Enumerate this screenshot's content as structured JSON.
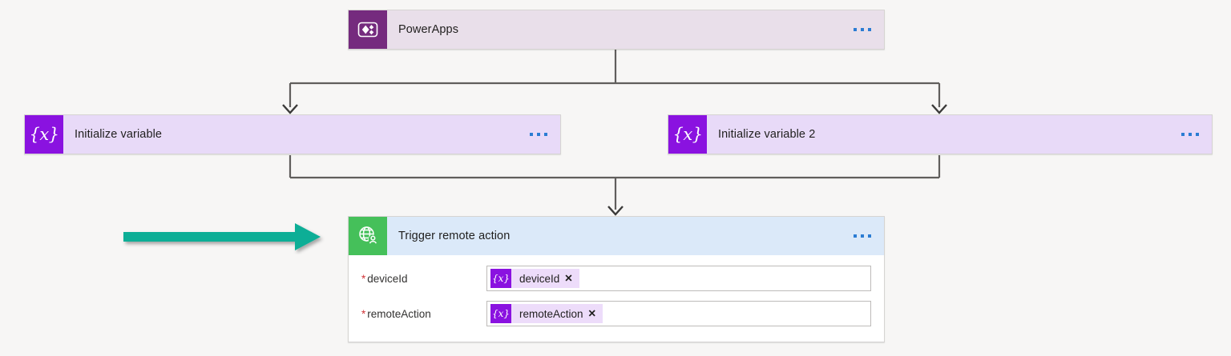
{
  "canvas": {
    "background": "#f7f6f5",
    "connector_color": "#605e5c"
  },
  "nodes": [
    {
      "id": "powerapps-trigger",
      "title": "PowerApps",
      "icon": "powerapps-icon",
      "icon_color": "#752b7e",
      "header_color": "#e9dfea",
      "menu_label": "..."
    },
    {
      "id": "initialize-variable",
      "title": "Initialize variable",
      "icon": "variable-icon",
      "icon_glyph": "{x}",
      "icon_color": "#8a12e0",
      "header_color": "#e8daf8",
      "menu_label": "..."
    },
    {
      "id": "initialize-variable-2",
      "title": "Initialize variable 2",
      "icon": "variable-icon",
      "icon_glyph": "{x}",
      "icon_color": "#8a12e0",
      "header_color": "#e8daf8",
      "menu_label": "..."
    },
    {
      "id": "trigger-remote-action",
      "title": "Trigger remote action",
      "icon": "globe-person-icon",
      "icon_color": "#45c05a",
      "header_color": "#dbe9f9",
      "menu_label": "...",
      "parameters": [
        {
          "required_marker": "*",
          "label": "deviceId",
          "token": {
            "badge": "{x}",
            "text": "deviceId",
            "remove": "✕"
          }
        },
        {
          "required_marker": "*",
          "label": "remoteAction",
          "token": {
            "badge": "{x}",
            "text": "remoteAction",
            "remove": "✕"
          }
        }
      ]
    }
  ],
  "annotation": {
    "name": "highlight-arrow",
    "color": "#0fae96",
    "points_to": "trigger-remote-action"
  }
}
